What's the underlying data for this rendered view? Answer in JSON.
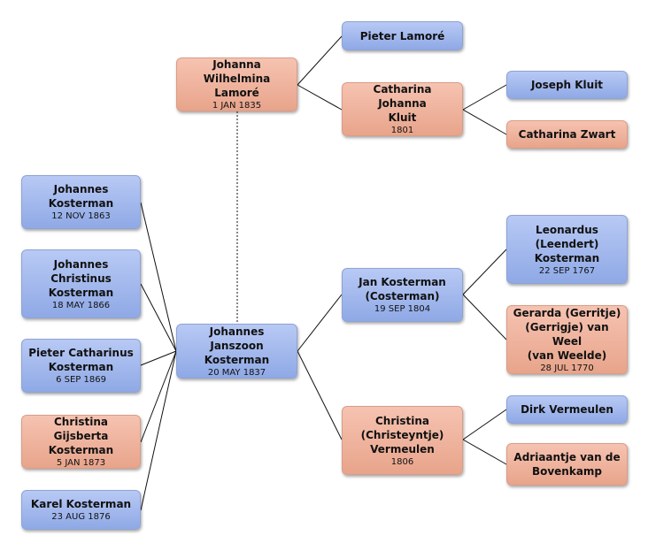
{
  "people": {
    "johanna": {
      "name": "Johanna\nWilhelmina Lamoré",
      "date": "1 JAN 1835"
    },
    "pieter_lamore": {
      "name": "Pieter Lamoré",
      "date": ""
    },
    "catharina_kluit": {
      "name": "Catharina Johanna\nKluit",
      "date": "1801"
    },
    "joseph_kluit": {
      "name": "Joseph Kluit",
      "date": ""
    },
    "catharina_zwart": {
      "name": "Catharina Zwart",
      "date": ""
    },
    "johannes_1863": {
      "name": "Johannes\nKosterman",
      "date": "12 NOV 1863"
    },
    "johannes_christinus": {
      "name": "Johannes\nChristinus\nKosterman",
      "date": "18 MAY 1866"
    },
    "pieter_catharinus": {
      "name": "Pieter Catharinus\nKosterman",
      "date": "6 SEP 1869"
    },
    "christina_gijsberta": {
      "name": "Christina Gijsberta\nKosterman",
      "date": "5 JAN 1873"
    },
    "karel": {
      "name": "Karel Kosterman",
      "date": "23 AUG 1876"
    },
    "johannes_janszoon": {
      "name": "Johannes Janszoon\nKosterman",
      "date": "20 MAY 1837"
    },
    "jan_kosterman": {
      "name": "Jan Kosterman\n(Costerman)",
      "date": "19 SEP 1804"
    },
    "leonardus": {
      "name": "Leonardus\n(Leendert)\nKosterman",
      "date": "22 SEP 1767"
    },
    "gerarda": {
      "name": "Gerarda (Gerritje)\n(Gerrigje) van Weel\n(van Weelde)",
      "date": "28 JUL 1770"
    },
    "christina_vermeulen": {
      "name": "Christina\n(Christeyntje)\nVermeulen",
      "date": "1806"
    },
    "dirk": {
      "name": "Dirk Vermeulen",
      "date": ""
    },
    "adriaantje": {
      "name": "Adriaantje van de\nBovenkamp",
      "date": ""
    }
  },
  "colors": {
    "male": "#9fb5ec",
    "female": "#efb29b",
    "line": "#111111"
  }
}
